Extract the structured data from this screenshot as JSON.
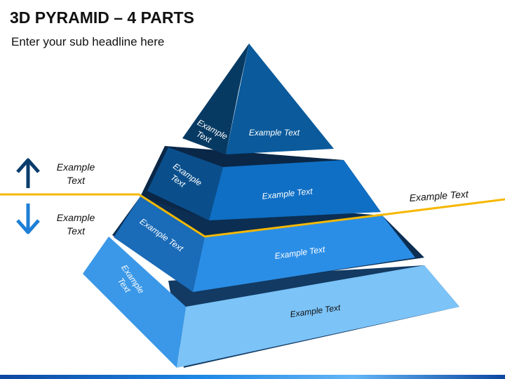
{
  "header": {
    "title": "3D PYRAMID – 4 PARTS",
    "subtitle": "Enter your sub headline here"
  },
  "pyramid": {
    "level1": {
      "front_label": "Example Text",
      "side_label": "Example Text",
      "colors": {
        "front": "#0a5a9c",
        "side": "#073a63"
      }
    },
    "level2": {
      "front_label": "Example Text",
      "side_label": "Example Text",
      "colors": {
        "front": "#0f6fc4",
        "side": "#0a4f8c"
      }
    },
    "level3": {
      "front_label": "Example Text",
      "side_label": "Example Text",
      "colors": {
        "front": "#2b8ee6",
        "side": "#1a6bb8"
      }
    },
    "level4": {
      "front_label": "Example Text",
      "side_label": "Example Text",
      "colors": {
        "front": "#7cc3f7",
        "side": "#3b98e8"
      }
    }
  },
  "legend": {
    "up_label": "Example Text",
    "down_label": "Example Text",
    "line_label": "Example Text",
    "line_color": "#f5b800",
    "up_arrow_color": "#0a3d6b",
    "down_arrow_color": "#1e7fd6"
  }
}
